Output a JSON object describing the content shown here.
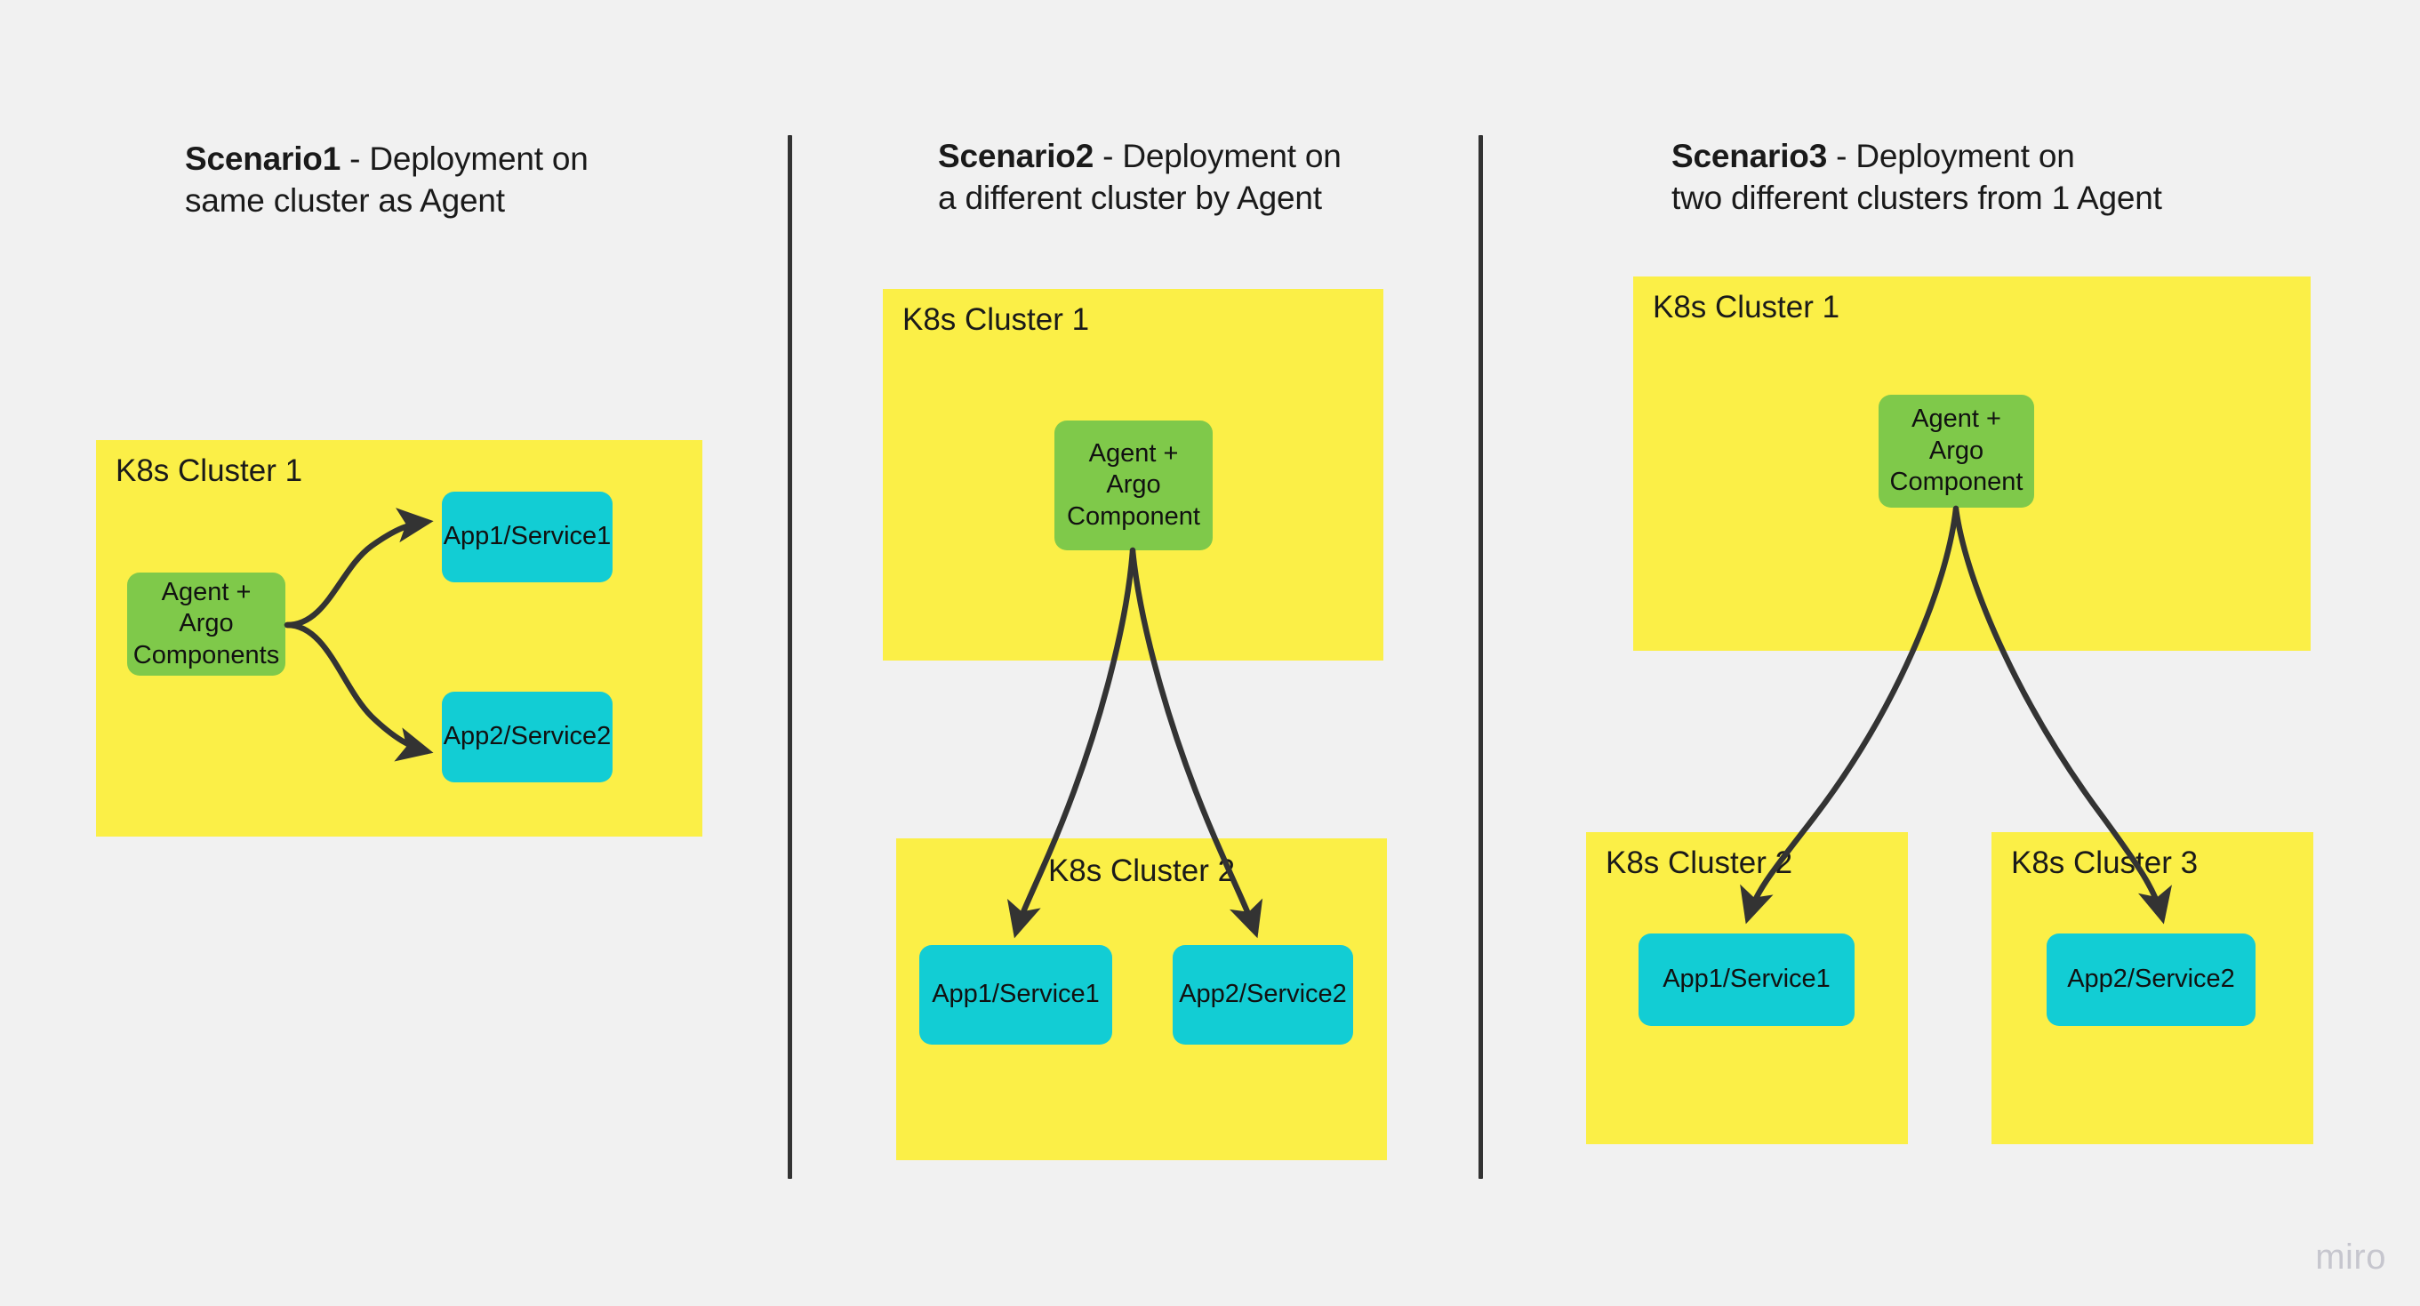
{
  "canvas": {
    "background": "#f1f1f1",
    "watermark": "miro"
  },
  "palette": {
    "cluster_yellow": "#fbef47",
    "agent_green": "#7fc94a",
    "app_cyan": "#12cdd4",
    "arrow_dark": "#333333",
    "divider_dark": "#333333",
    "text_dark": "#1a1a1a",
    "watermark_gray": "#c6c6ce"
  },
  "scenarios": [
    {
      "id": "scenario1",
      "title_lead": "Scenario1",
      "title_rest": " - Deployment on\nsame cluster as Agent",
      "clusters": [
        {
          "id": "s1-cluster1",
          "label": "K8s Cluster 1",
          "label_align": "left"
        }
      ],
      "nodes": [
        {
          "id": "s1-agent",
          "kind": "agent",
          "label": "Agent + Argo\nComponents"
        },
        {
          "id": "s1-app1",
          "kind": "app",
          "label": "App1/Service1"
        },
        {
          "id": "s1-app2",
          "kind": "app",
          "label": "App2/Service2"
        }
      ],
      "edges": [
        {
          "from": "s1-agent",
          "to": "s1-app1"
        },
        {
          "from": "s1-agent",
          "to": "s1-app2"
        }
      ]
    },
    {
      "id": "scenario2",
      "title_lead": "Scenario2",
      "title_rest": " - Deployment on\na different cluster by Agent",
      "clusters": [
        {
          "id": "s2-cluster1",
          "label": "K8s Cluster 1",
          "label_align": "left"
        },
        {
          "id": "s2-cluster2",
          "label": "K8s Cluster 2",
          "label_align": "center"
        }
      ],
      "nodes": [
        {
          "id": "s2-agent",
          "kind": "agent",
          "label": "Agent +\nArgo\nComponent"
        },
        {
          "id": "s2-app1",
          "kind": "app",
          "label": "App1/Service1"
        },
        {
          "id": "s2-app2",
          "kind": "app",
          "label": "App2/Service2"
        }
      ],
      "edges": [
        {
          "from": "s2-agent",
          "to": "s2-app1"
        },
        {
          "from": "s2-agent",
          "to": "s2-app2"
        }
      ]
    },
    {
      "id": "scenario3",
      "title_lead": "Scenario3",
      "title_rest": " - Deployment on\ntwo different clusters from 1 Agent",
      "clusters": [
        {
          "id": "s3-cluster1",
          "label": "K8s Cluster 1",
          "label_align": "left"
        },
        {
          "id": "s3-cluster2",
          "label": "K8s Cluster 2",
          "label_align": "left"
        },
        {
          "id": "s3-cluster3",
          "label": "K8s Cluster 3",
          "label_align": "left"
        }
      ],
      "nodes": [
        {
          "id": "s3-agent",
          "kind": "agent",
          "label": "Agent +\nArgo\nComponent"
        },
        {
          "id": "s3-app1",
          "kind": "app",
          "label": "App1/Service1"
        },
        {
          "id": "s3-app2",
          "kind": "app",
          "label": "App2/Service2"
        }
      ],
      "edges": [
        {
          "from": "s3-agent",
          "to": "s3-app1"
        },
        {
          "from": "s3-agent",
          "to": "s3-app2"
        }
      ]
    }
  ]
}
